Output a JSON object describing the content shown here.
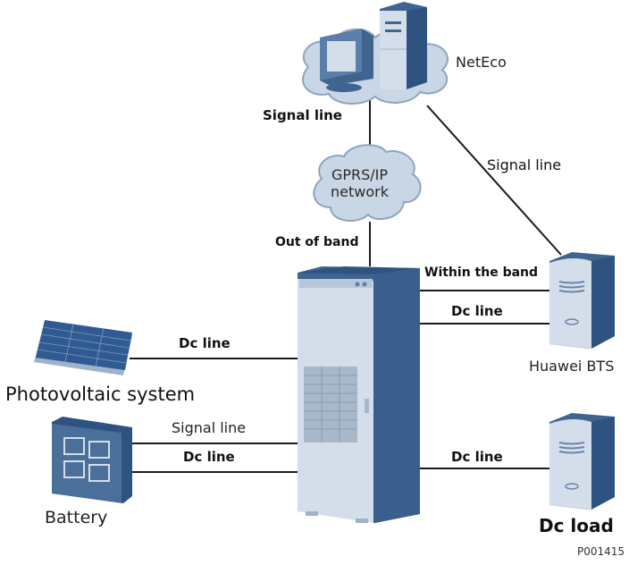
{
  "nodes": {
    "neteco": "NetEco",
    "gprs_network": [
      "GPRS/IP",
      "network"
    ],
    "huawei_bts": "Huawei BTS",
    "photovoltaic": "Photovoltaic system",
    "battery": "Battery",
    "dc_load": "Dc load"
  },
  "links": {
    "neteco_to_gprs": "Signal line",
    "neteco_to_bts": "Signal line",
    "gprs_to_cabinet": "Out of band",
    "cabinet_to_bts_signal": "Within the band",
    "cabinet_to_bts_dc": "Dc line",
    "pv_to_cabinet": "Dc line",
    "battery_signal": "Signal line",
    "battery_dc": "Dc line",
    "cabinet_to_load": "Dc line"
  },
  "figure_id": "P001415",
  "colors": {
    "cloud_fill": "#c9d6e6",
    "cloud_stroke": "#8ea4bf",
    "device_light": "#d4deea",
    "device_dark": "#3f6490",
    "line": "#1a1a1a"
  }
}
